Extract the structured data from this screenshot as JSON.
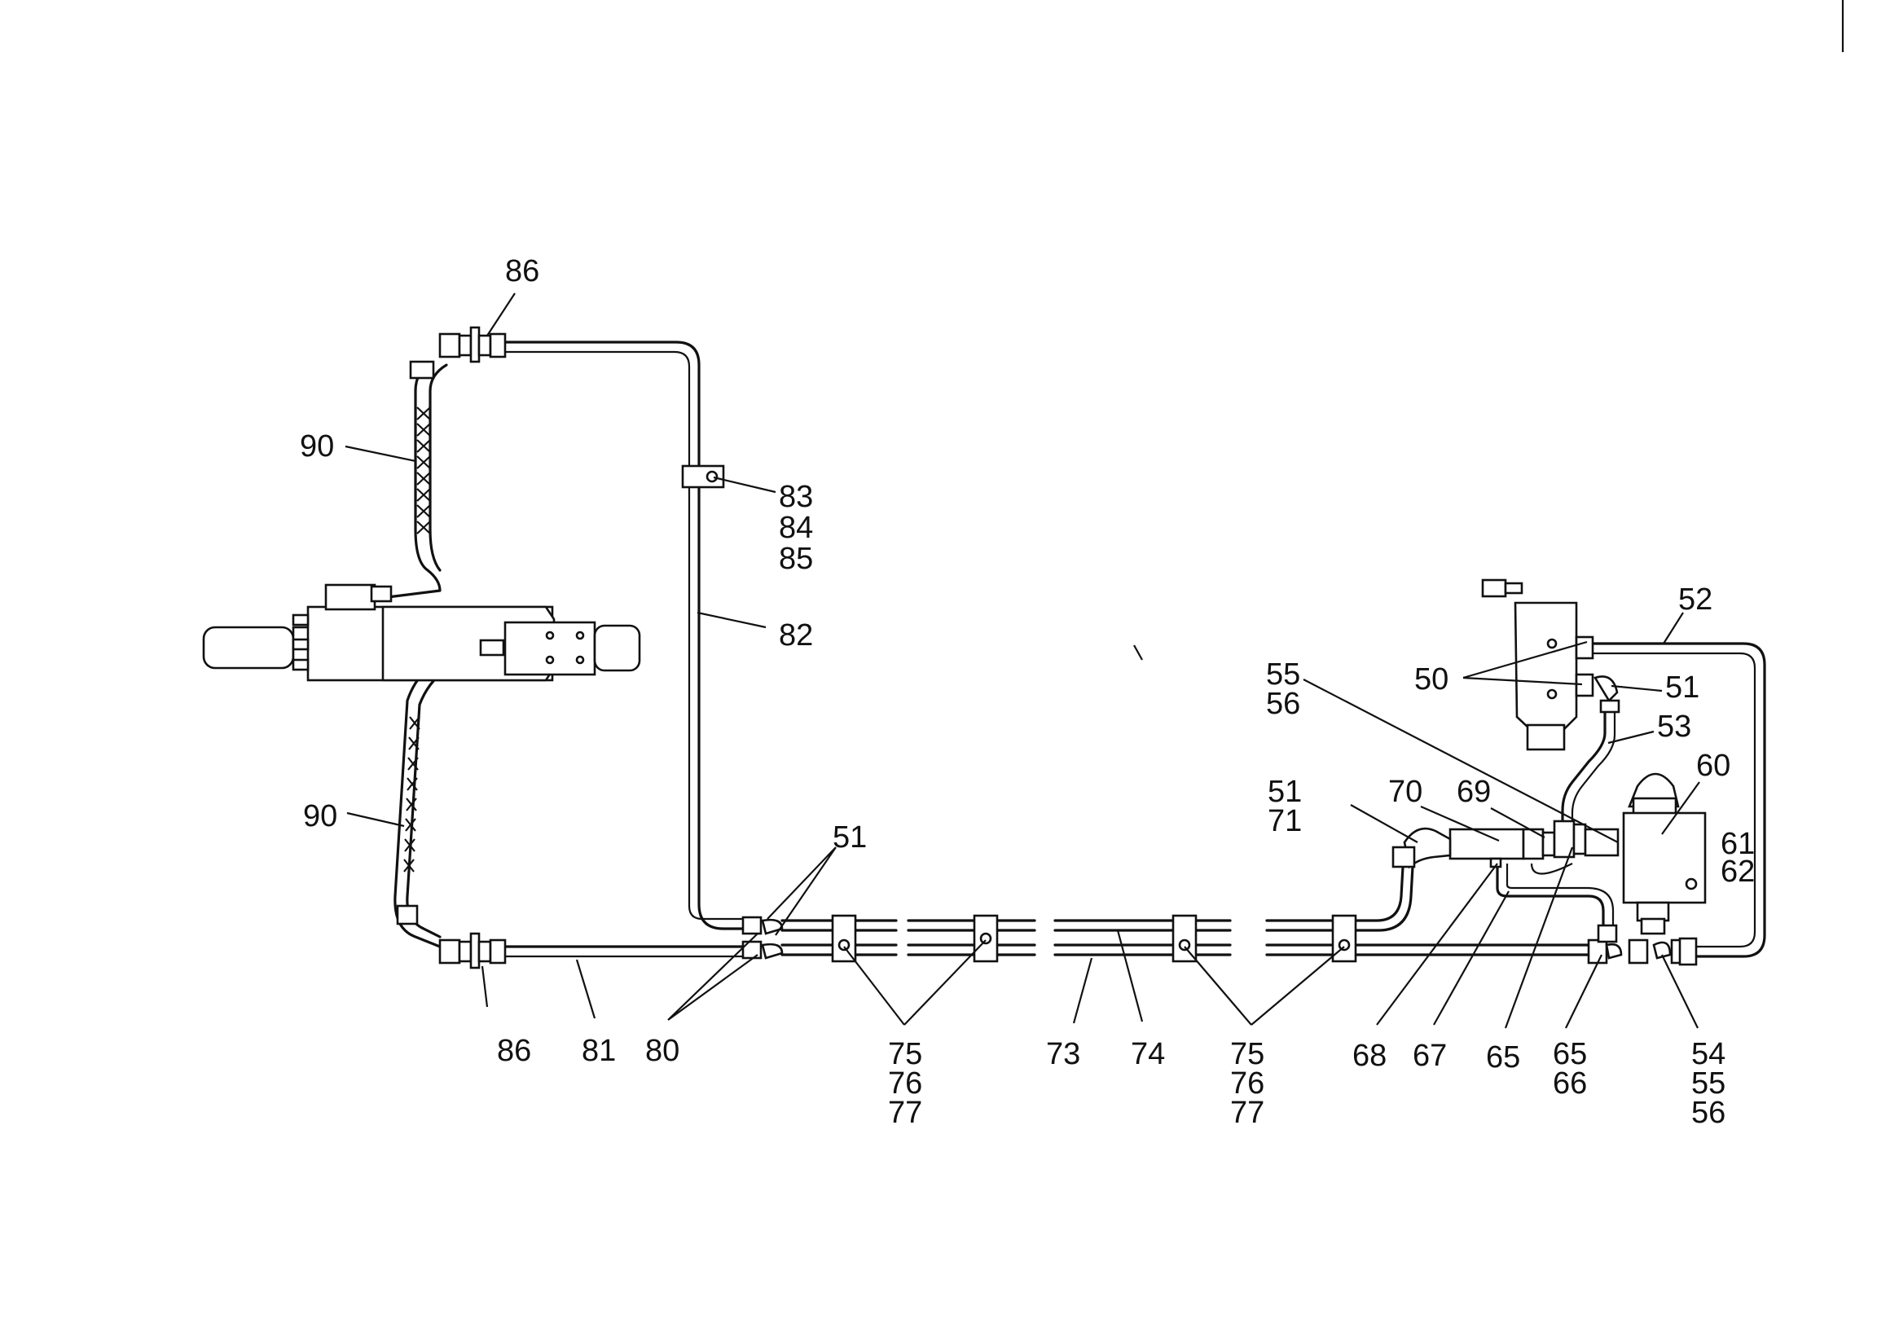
{
  "colors": {
    "ink": "#111111",
    "background": "#ffffff"
  },
  "callouts": [
    {
      "id": "c86a",
      "text": "86"
    },
    {
      "id": "c90a",
      "text": "90"
    },
    {
      "id": "c83",
      "text": "83"
    },
    {
      "id": "c84",
      "text": "84"
    },
    {
      "id": "c85",
      "text": "85"
    },
    {
      "id": "c82",
      "text": "82"
    },
    {
      "id": "c90b",
      "text": "90"
    },
    {
      "id": "c86b",
      "text": "86"
    },
    {
      "id": "c81",
      "text": "81"
    },
    {
      "id": "c80",
      "text": "80"
    },
    {
      "id": "c51a",
      "text": "51"
    },
    {
      "id": "c75a",
      "text": "75"
    },
    {
      "id": "c76a",
      "text": "76"
    },
    {
      "id": "c77a",
      "text": "77"
    },
    {
      "id": "c73",
      "text": "73"
    },
    {
      "id": "c74",
      "text": "74"
    },
    {
      "id": "c75b",
      "text": "75"
    },
    {
      "id": "c76b",
      "text": "76"
    },
    {
      "id": "c77b",
      "text": "77"
    },
    {
      "id": "c68",
      "text": "68"
    },
    {
      "id": "c67",
      "text": "67"
    },
    {
      "id": "c65a",
      "text": "65"
    },
    {
      "id": "c65b",
      "text": "65"
    },
    {
      "id": "c66",
      "text": "66"
    },
    {
      "id": "c54",
      "text": "54"
    },
    {
      "id": "c55b",
      "text": "55"
    },
    {
      "id": "c56b",
      "text": "56"
    },
    {
      "id": "c51b",
      "text": "51"
    },
    {
      "id": "c71",
      "text": "71"
    },
    {
      "id": "c70",
      "text": "70"
    },
    {
      "id": "c69",
      "text": "69"
    },
    {
      "id": "c55a",
      "text": "55"
    },
    {
      "id": "c56a",
      "text": "56"
    },
    {
      "id": "c50",
      "text": "50"
    },
    {
      "id": "c51c",
      "text": "51"
    },
    {
      "id": "c52",
      "text": "52"
    },
    {
      "id": "c53",
      "text": "53"
    },
    {
      "id": "c60",
      "text": "60"
    },
    {
      "id": "c61",
      "text": "61"
    },
    {
      "id": "c62",
      "text": "62"
    }
  ]
}
